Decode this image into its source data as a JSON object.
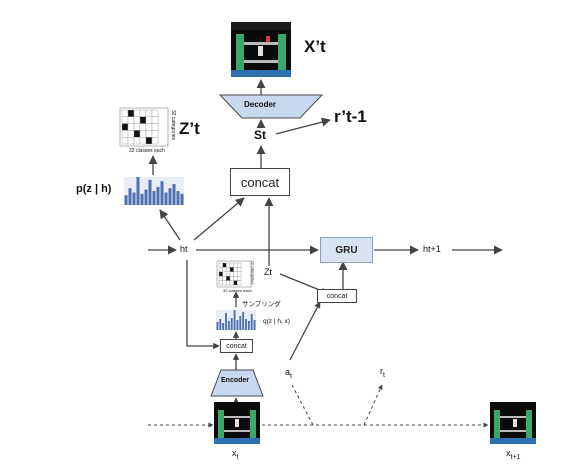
{
  "labels": {
    "xprime_t": "X’t",
    "rprime_t1": "r’t-1",
    "zprime_t": "Z’t",
    "s_t": "St",
    "p_z_h": "p(z | h)",
    "h_t": "ht",
    "h_t1": "ht+1",
    "z_t": "Zt",
    "sampling": "サンプリング",
    "q_z_hx": "q(z | h, x)",
    "a": "a",
    "a_sub": "t",
    "r": "r",
    "r_sub": "t",
    "x": "x",
    "x_sub": "t",
    "x_next": "x",
    "x_next_sub": "t+1",
    "grid_caption_large": "32 classes each",
    "grid_side_large": "32 categories",
    "grid_caption_small": "32 classes each",
    "grid_side_small": "32 categories"
  },
  "boxes": {
    "decoder": "Decoder",
    "encoder": "Encoder",
    "concat_large": "concat",
    "concat_bottom": "concat",
    "concat_right": "concat",
    "gru": "GRU"
  },
  "colors": {
    "trapezoid_fill": "#c7d8ef",
    "trapezoid_stroke": "#4a4a4a",
    "gru_fill": "#d9e4f3",
    "histogram_bar": "#4f6fb0",
    "histogram_bg": "#e9edf6",
    "arrow": "#444444",
    "game_screen": "#0b0b0b",
    "game_green": "#3aa86a"
  },
  "histogram_upper": [
    0.35,
    0.6,
    0.45,
    1.0,
    0.4,
    0.55,
    0.9,
    0.5,
    0.65,
    0.85,
    0.45,
    0.6,
    0.75,
    0.5,
    0.4
  ],
  "histogram_lower": [
    0.4,
    0.55,
    0.35,
    0.85,
    0.45,
    0.6,
    1.0,
    0.5,
    0.7,
    0.9,
    0.55,
    0.45,
    0.8,
    0.5
  ],
  "grid_pattern": [
    [
      0,
      1,
      0,
      0,
      0,
      0
    ],
    [
      0,
      0,
      0,
      1,
      0,
      0
    ],
    [
      1,
      0,
      0,
      0,
      0,
      0
    ],
    [
      0,
      0,
      1,
      0,
      0,
      0
    ],
    [
      0,
      0,
      0,
      0,
      1,
      0
    ]
  ]
}
